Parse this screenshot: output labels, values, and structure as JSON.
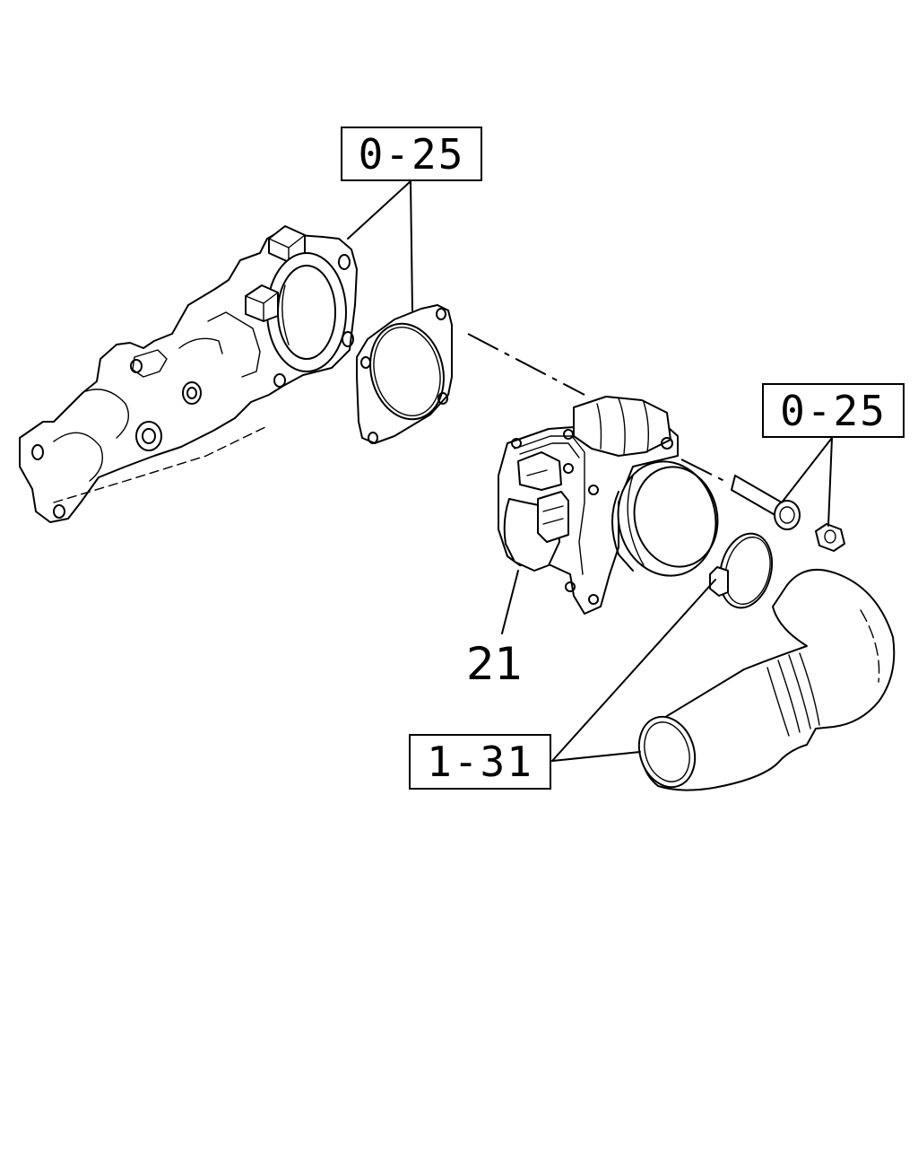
{
  "diagram": {
    "part_refs": [
      {
        "id": "ref-top",
        "text": "0-25"
      },
      {
        "id": "ref-right",
        "text": "0-25"
      },
      {
        "id": "ref-hose",
        "text": "1-31"
      }
    ],
    "callouts": [
      {
        "id": "throttle-body",
        "text": "21"
      }
    ]
  }
}
